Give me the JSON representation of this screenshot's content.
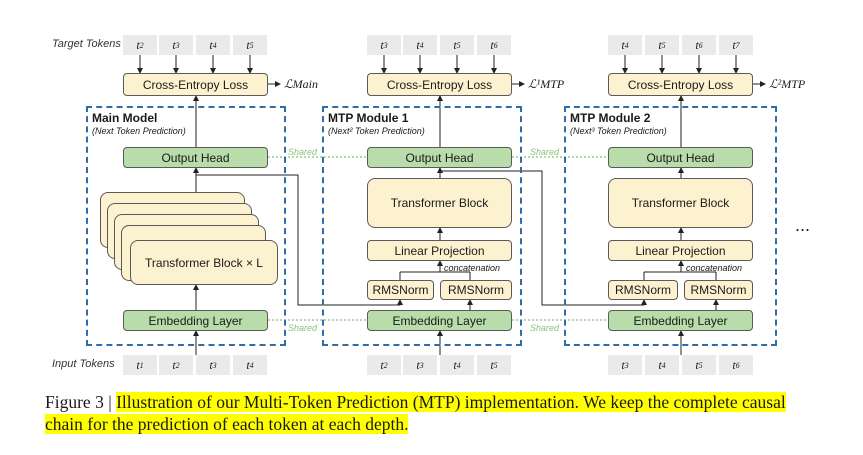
{
  "labels": {
    "target_tokens": "Target Tokens",
    "input_tokens": "Input Tokens",
    "ellipsis": "..."
  },
  "columns": [
    {
      "title": "Main Model",
      "subtitle": "(Next Token Prediction)",
      "loss": "Cross-Entropy Loss",
      "loss_label": "ℒMain",
      "output_head": "Output Head",
      "transformer": "Transformer Block × L",
      "embedding": "Embedding Layer",
      "targets": [
        "t2",
        "t3",
        "t4",
        "t5"
      ],
      "inputs": [
        "t1",
        "t2",
        "t3",
        "t4"
      ]
    },
    {
      "title": "MTP Module 1",
      "subtitle": "(Next² Token Prediction)",
      "loss": "Cross-Entropy Loss",
      "loss_label": "ℒ¹MTP",
      "output_head": "Output Head",
      "transformer": "Transformer Block",
      "linear": "Linear Projection",
      "concat": "concatenation",
      "rmsnorm": [
        "RMSNorm",
        "RMSNorm"
      ],
      "embedding": "Embedding Layer",
      "targets": [
        "t3",
        "t4",
        "t5",
        "t6"
      ],
      "inputs": [
        "t2",
        "t3",
        "t4",
        "t5"
      ]
    },
    {
      "title": "MTP Module 2",
      "subtitle": "(Next³ Token Prediction)",
      "loss": "Cross-Entropy Loss",
      "loss_label": "ℒ²MTP",
      "output_head": "Output Head",
      "transformer": "Transformer Block",
      "linear": "Linear Projection",
      "concat": "concatenation",
      "rmsnorm": [
        "RMSNorm",
        "RMSNorm"
      ],
      "embedding": "Embedding Layer",
      "targets": [
        "t4",
        "t5",
        "t6",
        "t7"
      ],
      "inputs": [
        "t3",
        "t4",
        "t5",
        "t6"
      ]
    }
  ],
  "shared_label": "Shared",
  "caption": {
    "prefix": "Figure 3 | ",
    "highlighted": "Illustration of our Multi-Token Prediction (MTP) implementation. We keep the complete causal chain for the prediction of each token at each depth."
  },
  "colors": {
    "dashed_border": "#2e6ea8",
    "green_box": "#b8dcaa",
    "yellow_box": "#fdf2cf",
    "token_bg": "#eaeaea",
    "highlight": "#ffff00",
    "shared_line": "#8bc27a"
  }
}
